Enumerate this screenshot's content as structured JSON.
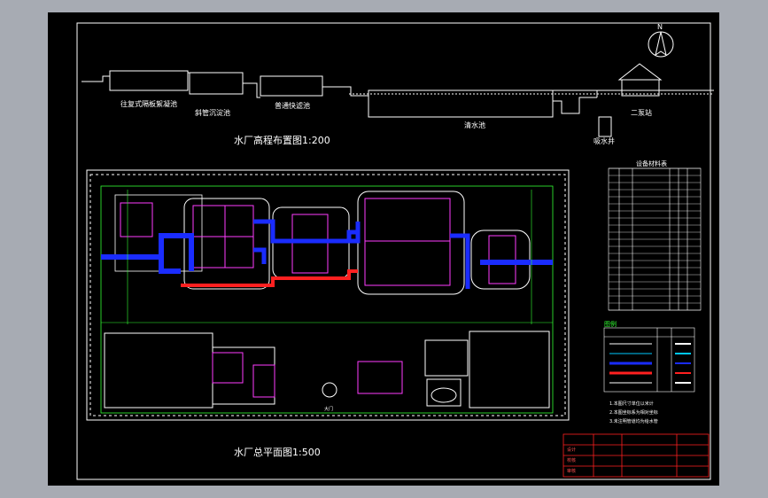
{
  "elevation": {
    "title": "水厂高程布置图1:200",
    "labels": {
      "screen_flocc": "往复式隔板絮凝池",
      "sedimentation": "斜管沉淀池",
      "filter": "普通快滤池",
      "clearwell": "清水池",
      "suction_well": "吸水井",
      "pump_station": "二泵站"
    },
    "north": "N"
  },
  "plan": {
    "title": "水厂总平面图1:500",
    "table_title": "设备材料表",
    "legend_title": "图例",
    "legend_rows": [
      {
        "color": "#ffffff"
      },
      {
        "color": "#00c8ff"
      },
      {
        "color": "#1a2cff"
      },
      {
        "color": "#ff2020"
      },
      {
        "color": "#ffffff"
      }
    ],
    "notes": [
      "1.本图尺寸单位以米计",
      "2.本图坐标系为相对坐标",
      "3.未注明管道均为给水管"
    ],
    "gate_label": "大门"
  },
  "titleblock": {
    "rows": [
      "设计",
      "校核",
      "审核"
    ]
  },
  "colors": {
    "frame": "#ffffff",
    "wall": "#ff3cff",
    "pipe_blue": "#1a2cff",
    "pipe_red": "#ff2020",
    "green": "#33ff33",
    "cyan": "#00d8ff",
    "yellow": "#ffff00"
  }
}
